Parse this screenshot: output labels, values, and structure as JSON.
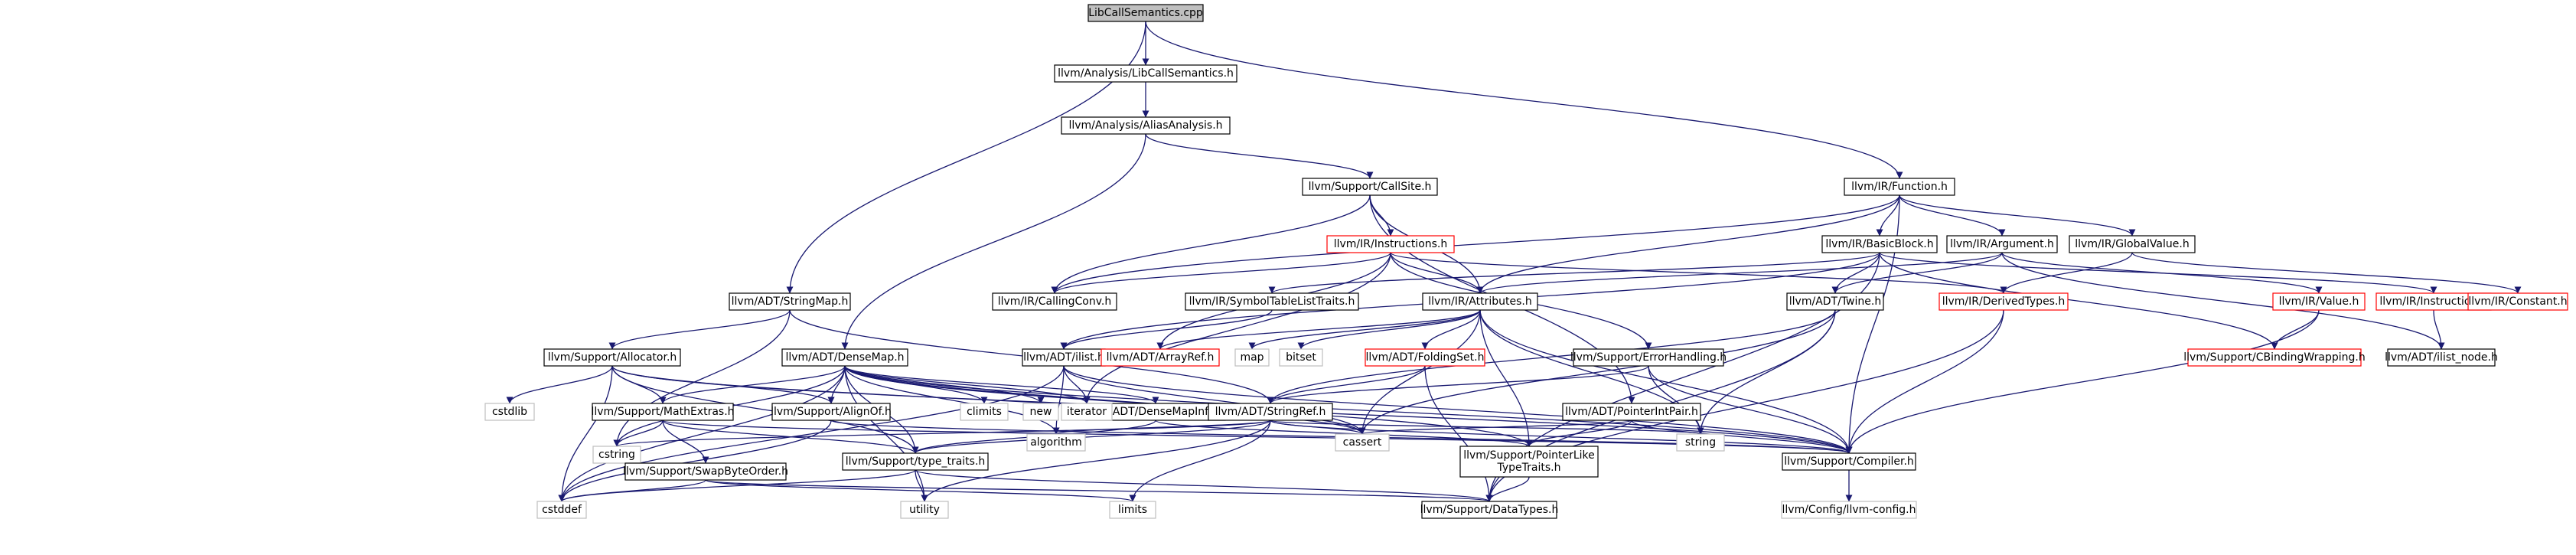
{
  "colors": {
    "edge": "#191970",
    "box_normal": "#000000",
    "box_truncated": "#ff0000",
    "box_external": "#bfbfbf",
    "root_fill": "#bfbfbf",
    "text_normal": "#000000",
    "text_external": "#000000"
  },
  "nodes": [
    {
      "id": "root",
      "label": "LibCallSemantics.cpp",
      "kind": "root"
    },
    {
      "id": "lcs_h",
      "label": "llvm/Analysis/LibCallSemantics.h",
      "kind": "normal"
    },
    {
      "id": "aa_h",
      "label": "llvm/Analysis/AliasAnalysis.h",
      "kind": "normal"
    },
    {
      "id": "callsite",
      "label": "llvm/Support/CallSite.h",
      "kind": "normal"
    },
    {
      "id": "function",
      "label": "llvm/IR/Function.h",
      "kind": "normal"
    },
    {
      "id": "instructions",
      "label": "llvm/IR/Instructions.h",
      "kind": "truncated"
    },
    {
      "id": "basicblock",
      "label": "llvm/IR/BasicBlock.h",
      "kind": "normal"
    },
    {
      "id": "argument",
      "label": "llvm/IR/Argument.h",
      "kind": "normal"
    },
    {
      "id": "globalvalue",
      "label": "llvm/IR/GlobalValue.h",
      "kind": "normal"
    },
    {
      "id": "stringmap",
      "label": "llvm/ADT/StringMap.h",
      "kind": "normal"
    },
    {
      "id": "callingconv",
      "label": "llvm/IR/CallingConv.h",
      "kind": "normal"
    },
    {
      "id": "symtabtraits",
      "label": "llvm/IR/SymbolTableListTraits.h",
      "kind": "normal"
    },
    {
      "id": "attributes",
      "label": "llvm/IR/Attributes.h",
      "kind": "normal"
    },
    {
      "id": "derivedtypes",
      "label": "llvm/IR/DerivedTypes.h",
      "kind": "truncated"
    },
    {
      "id": "twine",
      "label": "llvm/ADT/Twine.h",
      "kind": "normal"
    },
    {
      "id": "value",
      "label": "llvm/IR/Value.h",
      "kind": "truncated"
    },
    {
      "id": "instruction",
      "label": "llvm/IR/Instruction.h",
      "kind": "truncated"
    },
    {
      "id": "constant",
      "label": "llvm/IR/Constant.h",
      "kind": "truncated"
    },
    {
      "id": "allocator",
      "label": "llvm/Support/Allocator.h",
      "kind": "normal"
    },
    {
      "id": "densemap",
      "label": "llvm/ADT/DenseMap.h",
      "kind": "normal"
    },
    {
      "id": "ilist",
      "label": "llvm/ADT/ilist.h",
      "kind": "normal"
    },
    {
      "id": "arrayref",
      "label": "llvm/ADT/ArrayRef.h",
      "kind": "truncated"
    },
    {
      "id": "map",
      "label": "map",
      "kind": "external"
    },
    {
      "id": "bitset",
      "label": "bitset",
      "kind": "external"
    },
    {
      "id": "foldingset",
      "label": "llvm/ADT/FoldingSet.h",
      "kind": "truncated"
    },
    {
      "id": "errorhandling",
      "label": "llvm/Support/ErrorHandling.h",
      "kind": "normal"
    },
    {
      "id": "cbinding",
      "label": "llvm/Support/CBindingWrapping.h",
      "kind": "truncated"
    },
    {
      "id": "ilistnode",
      "label": "llvm/ADT/ilist_node.h",
      "kind": "normal"
    },
    {
      "id": "cstdlib",
      "label": "cstdlib",
      "kind": "external"
    },
    {
      "id": "mathextras",
      "label": "llvm/Support/MathExtras.h",
      "kind": "normal"
    },
    {
      "id": "alignof",
      "label": "llvm/Support/AlignOf.h",
      "kind": "normal"
    },
    {
      "id": "climits",
      "label": "climits",
      "kind": "external"
    },
    {
      "id": "new",
      "label": "new",
      "kind": "external"
    },
    {
      "id": "densemapinfo",
      "label": "llvm/ADT/DenseMapInfo.h",
      "kind": "normal"
    },
    {
      "id": "iterator",
      "label": "iterator",
      "kind": "external"
    },
    {
      "id": "stringref",
      "label": "llvm/ADT/StringRef.h",
      "kind": "normal"
    },
    {
      "id": "ptrintpair",
      "label": "llvm/ADT/PointerIntPair.h",
      "kind": "normal"
    },
    {
      "id": "cstring",
      "label": "cstring",
      "kind": "external"
    },
    {
      "id": "swapbyteorder",
      "label": "llvm/Support/SwapByteOrder.h",
      "kind": "normal"
    },
    {
      "id": "typetraits",
      "label": "llvm/Support/type_traits.h",
      "kind": "normal"
    },
    {
      "id": "algorithm",
      "label": "algorithm",
      "kind": "external"
    },
    {
      "id": "cassert",
      "label": "cassert",
      "kind": "external"
    },
    {
      "id": "ptrliketraits",
      "label": "llvm/Support/PointerLike\nTypeTraits.h",
      "kind": "normal"
    },
    {
      "id": "string",
      "label": "string",
      "kind": "external"
    },
    {
      "id": "compiler",
      "label": "llvm/Support/Compiler.h",
      "kind": "normal"
    },
    {
      "id": "cstddef",
      "label": "cstddef",
      "kind": "external"
    },
    {
      "id": "utility",
      "label": "utility",
      "kind": "external"
    },
    {
      "id": "limits",
      "label": "limits",
      "kind": "external"
    },
    {
      "id": "datatypes",
      "label": "llvm/Support/DataTypes.h",
      "kind": "normal"
    },
    {
      "id": "llvmconfig",
      "label": "llvm/Config/llvm-config.h",
      "kind": "external"
    }
  ],
  "edges": [
    [
      "root",
      "lcs_h"
    ],
    [
      "root",
      "stringmap"
    ],
    [
      "root",
      "function"
    ],
    [
      "lcs_h",
      "aa_h"
    ],
    [
      "aa_h",
      "callsite"
    ],
    [
      "aa_h",
      "densemap"
    ],
    [
      "callsite",
      "instructions"
    ],
    [
      "callsite",
      "attributes"
    ],
    [
      "callsite",
      "callingconv"
    ],
    [
      "callsite",
      "ptrintpair"
    ],
    [
      "function",
      "callingconv"
    ],
    [
      "function",
      "attributes"
    ],
    [
      "function",
      "basicblock"
    ],
    [
      "function",
      "argument"
    ],
    [
      "function",
      "globalvalue"
    ],
    [
      "function",
      "compiler"
    ],
    [
      "instructions",
      "callingconv"
    ],
    [
      "instructions",
      "attributes"
    ],
    [
      "instructions",
      "arrayref"
    ],
    [
      "instructions",
      "derivedtypes"
    ],
    [
      "instructions",
      "errorhandling"
    ],
    [
      "instructions",
      "iterator"
    ],
    [
      "basicblock",
      "symtabtraits"
    ],
    [
      "basicblock",
      "instruction"
    ],
    [
      "basicblock",
      "twine"
    ],
    [
      "basicblock",
      "ilist"
    ],
    [
      "basicblock",
      "cbinding"
    ],
    [
      "basicblock",
      "datatypes"
    ],
    [
      "argument",
      "attributes"
    ],
    [
      "argument",
      "twine"
    ],
    [
      "argument",
      "value"
    ],
    [
      "argument",
      "ilistnode"
    ],
    [
      "globalvalue",
      "derivedtypes"
    ],
    [
      "globalvalue",
      "constant"
    ],
    [
      "stringmap",
      "allocator"
    ],
    [
      "stringmap",
      "cstring"
    ],
    [
      "stringmap",
      "stringref"
    ],
    [
      "symtabtraits",
      "ilist"
    ],
    [
      "attributes",
      "arrayref"
    ],
    [
      "attributes",
      "map"
    ],
    [
      "attributes",
      "bitset"
    ],
    [
      "attributes",
      "foldingset"
    ],
    [
      "attributes",
      "string"
    ],
    [
      "attributes",
      "cassert"
    ],
    [
      "attributes",
      "ptrliketraits"
    ],
    [
      "attributes",
      "compiler"
    ],
    [
      "derivedtypes",
      "compiler"
    ],
    [
      "derivedtypes",
      "datatypes"
    ],
    [
      "twine",
      "stringref"
    ],
    [
      "twine",
      "string"
    ],
    [
      "twine",
      "cassert"
    ],
    [
      "twine",
      "datatypes"
    ],
    [
      "value",
      "cbinding"
    ],
    [
      "value",
      "compiler"
    ],
    [
      "instruction",
      "ilistnode"
    ],
    [
      "allocator",
      "cstdlib"
    ],
    [
      "allocator",
      "mathextras"
    ],
    [
      "allocator",
      "alignof"
    ],
    [
      "allocator",
      "cstddef"
    ],
    [
      "allocator",
      "cassert"
    ],
    [
      "allocator",
      "typetraits"
    ],
    [
      "allocator",
      "compiler"
    ],
    [
      "densemap",
      "mathextras"
    ],
    [
      "densemap",
      "alignof"
    ],
    [
      "densemap",
      "climits"
    ],
    [
      "densemap",
      "new"
    ],
    [
      "densemap",
      "densemapinfo"
    ],
    [
      "densemap",
      "iterator"
    ],
    [
      "densemap",
      "algorithm"
    ],
    [
      "densemap",
      "cassert"
    ],
    [
      "densemap",
      "ptrliketraits"
    ],
    [
      "densemap",
      "typetraits"
    ],
    [
      "densemap",
      "utility"
    ],
    [
      "densemap",
      "compiler"
    ],
    [
      "densemap",
      "cstring"
    ],
    [
      "densemap",
      "cstddef"
    ],
    [
      "ilist",
      "iterator"
    ],
    [
      "ilist",
      "algorithm"
    ],
    [
      "ilist",
      "cassert"
    ],
    [
      "ilist",
      "cstddef"
    ],
    [
      "ilist",
      "compiler"
    ],
    [
      "foldingset",
      "stringref"
    ],
    [
      "foldingset",
      "datatypes"
    ],
    [
      "errorhandling",
      "stringref"
    ],
    [
      "errorhandling",
      "compiler"
    ],
    [
      "errorhandling",
      "string"
    ],
    [
      "mathextras",
      "swapbyteorder"
    ],
    [
      "mathextras",
      "cstring"
    ],
    [
      "mathextras",
      "typetraits"
    ],
    [
      "mathextras",
      "compiler"
    ],
    [
      "alignof",
      "cstddef"
    ],
    [
      "alignof",
      "compiler"
    ],
    [
      "densemapinfo",
      "typetraits"
    ],
    [
      "densemapinfo",
      "ptrliketraits"
    ],
    [
      "stringref",
      "algorithm"
    ],
    [
      "stringref",
      "cassert"
    ],
    [
      "stringref",
      "cstring"
    ],
    [
      "stringref",
      "limits"
    ],
    [
      "stringref",
      "string"
    ],
    [
      "stringref",
      "utility"
    ],
    [
      "stringref",
      "typetraits"
    ],
    [
      "stringref",
      "compiler"
    ],
    [
      "ptrintpair",
      "ptrliketraits"
    ],
    [
      "ptrintpair",
      "cassert"
    ],
    [
      "ptrintpair",
      "compiler"
    ],
    [
      "swapbyteorder",
      "cstddef"
    ],
    [
      "swapbyteorder",
      "limits"
    ],
    [
      "swapbyteorder",
      "datatypes"
    ],
    [
      "typetraits",
      "utility"
    ],
    [
      "typetraits",
      "cstddef"
    ],
    [
      "typetraits",
      "datatypes"
    ],
    [
      "ptrliketraits",
      "datatypes"
    ],
    [
      "compiler",
      "llvmconfig"
    ]
  ]
}
